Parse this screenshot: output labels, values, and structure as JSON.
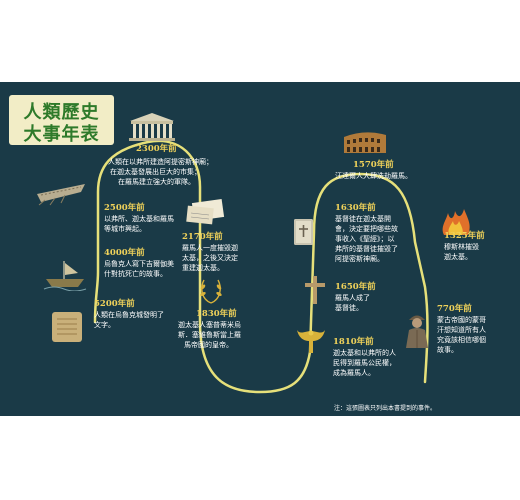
{
  "title": {
    "line1": "人類歷史",
    "line2": "大事年表"
  },
  "colors": {
    "background": "#1a3a47",
    "path": "#e6e07a",
    "year": "#f0d25a",
    "text": "#ffffff",
    "title_bg": "#f2edc6",
    "title_text": "#2e7a2a"
  },
  "events": {
    "e2300": {
      "year": "2300年前",
      "lines": [
        "人類在以弗所建造阿提密斯神廟；",
        "在迦太基發展出巨大的市集；",
        "在羅馬建立強大的軍隊。"
      ]
    },
    "e2500": {
      "year": "2500年前",
      "lines": [
        "以弗所、迦太基和羅馬",
        "等城市興起。"
      ]
    },
    "e4000": {
      "year": "4000年前",
      "lines": [
        "烏魯克人寫下吉爾伽美",
        "什對抗死亡的故事。"
      ]
    },
    "e5200": {
      "year": "5200年前",
      "lines": [
        "人類在烏魯克城發明了",
        "文字。"
      ]
    },
    "e2170": {
      "year": "2170年前",
      "lines": [
        "羅馬人一度摧毀迦",
        "太基，之後又決定",
        "重建迦太基。"
      ]
    },
    "e1830": {
      "year": "1830年前",
      "lines": [
        "迦太基人塞普蒂米烏",
        "斯．塞維魯斯當上羅",
        "馬帝國的皇帝。"
      ]
    },
    "e1570": {
      "year": "1570年前",
      "lines": [
        "汪達爾人大肆洗劫羅馬。"
      ]
    },
    "e1630": {
      "year": "1630年前",
      "lines": [
        "基督徒在迦太基開",
        "會，決定要把哪些故",
        "事收入《聖經》；以",
        "弗所的基督徒摧毀了",
        "阿提密斯神廟。"
      ]
    },
    "e1650": {
      "year": "1650年前",
      "lines": [
        "羅馬人成了",
        "基督徒。"
      ]
    },
    "e1810": {
      "year": "1810年前",
      "lines": [
        "迦太基和以弗所的人",
        "民得到羅馬公民權，",
        "成為羅馬人。"
      ]
    },
    "e1325": {
      "year": "1325年前",
      "lines": [
        "穆斯林摧毀",
        "迦太基。"
      ]
    },
    "e770": {
      "year": "770年前",
      "lines": [
        "蒙古帝國的蒙哥",
        "汗想知道所有人",
        "究竟該相信哪個",
        "故事。"
      ]
    }
  },
  "note": "注：這張圖表只列出本書提到的事件。",
  "icons": {
    "temple": "temple-icon",
    "boat": "boat-icon",
    "scroll": "scroll-icon",
    "ship": "ship-icon",
    "tablet": "clay-tablet-icon",
    "wreath": "laurel-wreath-icon",
    "colosseum": "colosseum-icon",
    "bible": "bible-icon",
    "cross": "cross-icon",
    "eagle": "eagle-icon",
    "fire": "fire-icon",
    "khan": "mongol-khan-icon"
  }
}
